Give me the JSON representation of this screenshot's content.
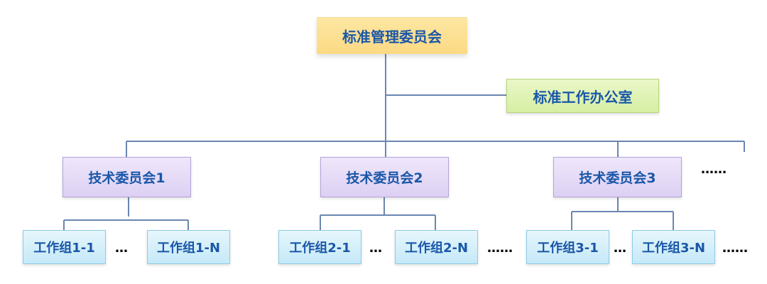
{
  "diagram": {
    "standard_committee": "标准管理委员会",
    "standard_office": "标准工作办公室",
    "technical_committees": [
      {
        "label": "技术委员会1",
        "groups": [
          "工作组1-1",
          "工作组1-N"
        ],
        "between_dots": "…"
      },
      {
        "label": "技术委员会2",
        "groups": [
          "工作组2-1",
          "工作组2-N"
        ],
        "between_dots": "…"
      },
      {
        "label": "技术委员会3",
        "groups": [
          "工作组3-1",
          "工作组3-N"
        ],
        "between_dots": "…"
      }
    ],
    "more_committees": "……",
    "after_group2_dots": "……",
    "after_group3_dots": "……"
  }
}
